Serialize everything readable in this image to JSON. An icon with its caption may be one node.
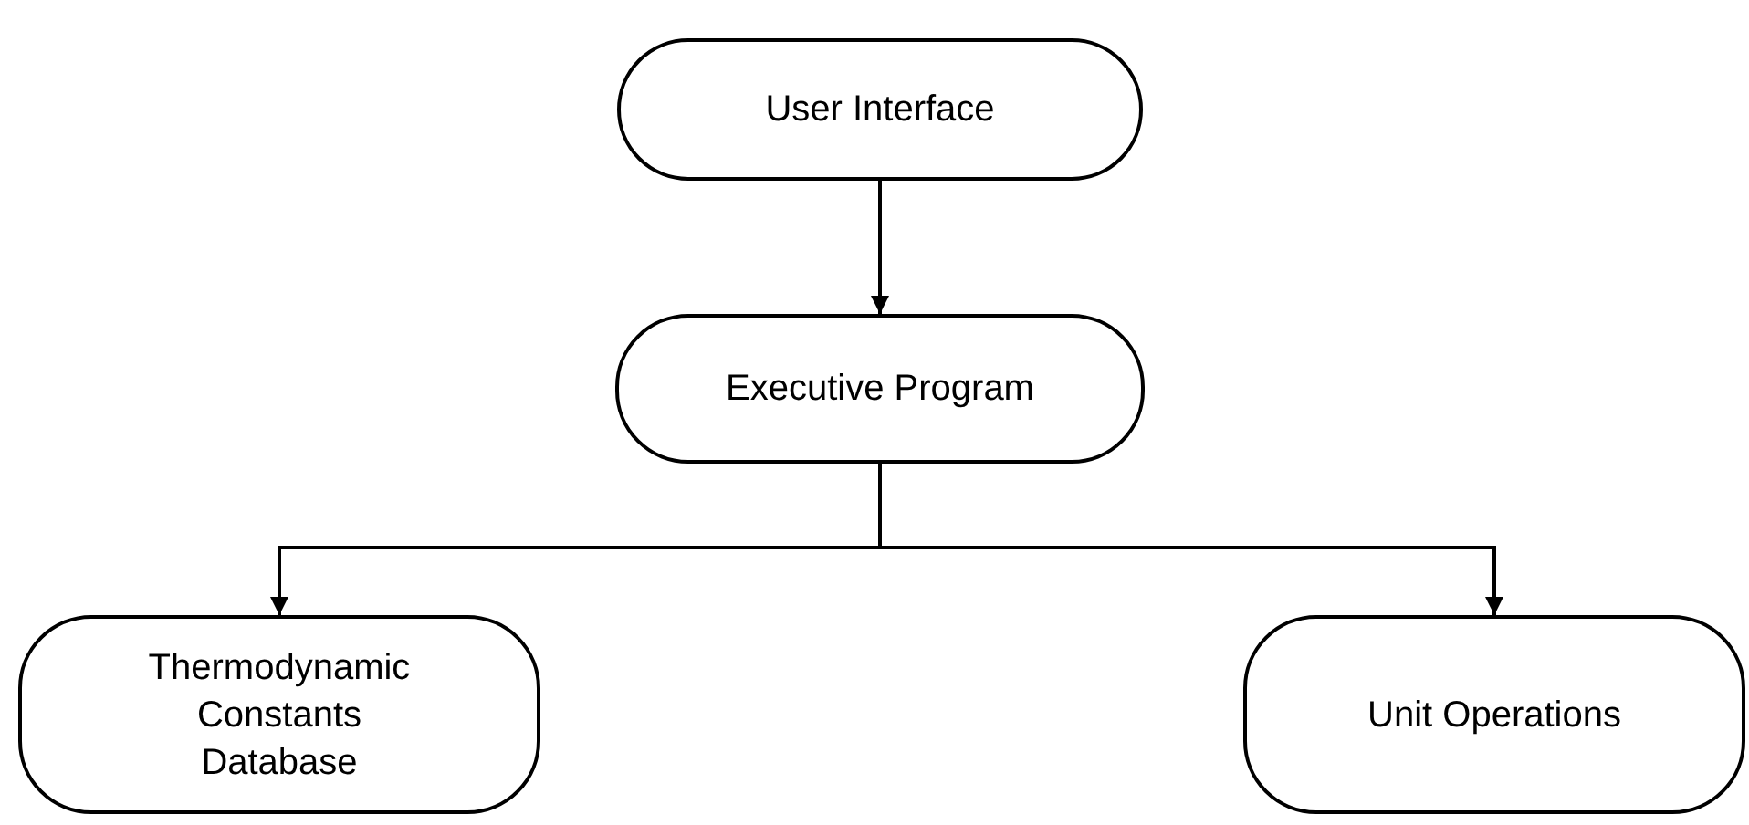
{
  "diagram": {
    "nodes": [
      {
        "text": [
          "User Interface"
        ]
      },
      {
        "text": [
          "Executive Program"
        ]
      },
      {
        "text": [
          "Thermodynamic Constants Database"
        ]
      },
      {
        "text": [
          "Unit Operations"
        ]
      }
    ],
    "edges": [
      {
        "from": 0,
        "to": 1,
        "arrow": "to"
      },
      {
        "from": 1,
        "to": 2,
        "arrow": "to"
      },
      {
        "from": 1,
        "to": 3,
        "arrow": "to"
      }
    ]
  }
}
